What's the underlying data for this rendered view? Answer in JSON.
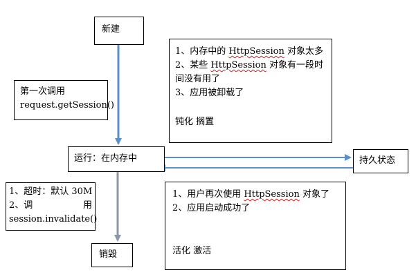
{
  "nodes": {
    "new": {
      "label": "新建"
    },
    "running": {
      "label": "运行：在内存中"
    },
    "persisted": {
      "label": "持久状态"
    },
    "destroyed": {
      "label": "销毁"
    }
  },
  "notes": {
    "first_call": {
      "line1": "第一次调用",
      "line2": "request.getSession()"
    },
    "passivation": {
      "line1_pre": "1、内存中的 ",
      "line1_word": "HttpSession",
      "line1_post": " 对象太多",
      "line2_pre": "2、某些 ",
      "line2_word": "HttpSession",
      "line2_post": " 对象有一段时",
      "line3": "间没有用了",
      "line4": "3、应用被卸载了",
      "footer": "钝化  搁置"
    },
    "activation": {
      "line1_pre": "1、用户再次使用 ",
      "line1_word": "HttpSession",
      "line1_post": " 对象了",
      "line2": "2、应用启动成功了",
      "footer": "活化  激活"
    },
    "destroy_reasons": {
      "line1": "1、超时：默认 30M",
      "line2_a": "2、调",
      "line2_b": "用",
      "line3": "session.invalidate()"
    }
  },
  "colors": {
    "arrow": "#5b8fc7",
    "arrow_gray": "#8c96a8",
    "border": "#000000"
  }
}
